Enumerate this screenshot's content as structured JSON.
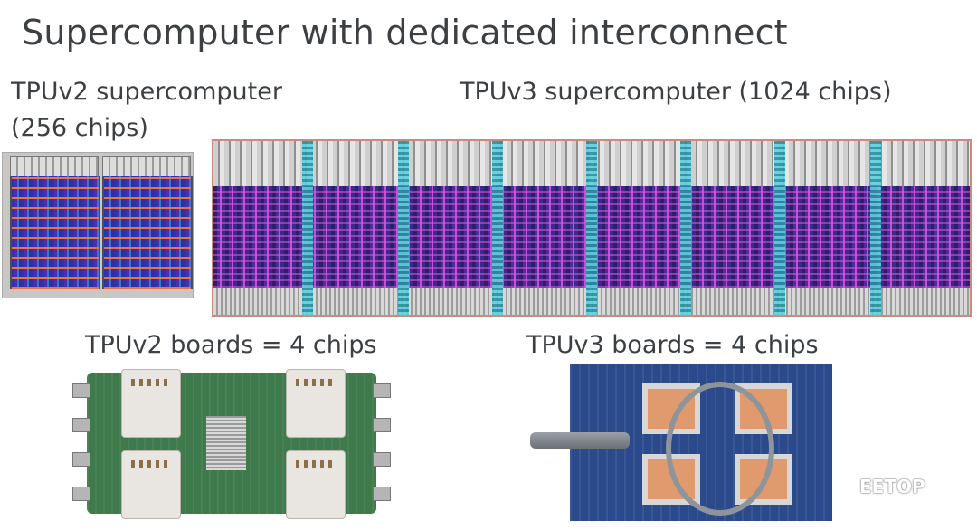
{
  "slide": {
    "title": "Supercomputer with dedicated interconnect",
    "tpuv2_supercomputer": {
      "label_line1": "TPUv2 supercomputer",
      "label_line2": "(256 chips)"
    },
    "tpuv3_supercomputer": {
      "label": "TPUv3 supercomputer (1024 chips)"
    },
    "tpuv2_boards": {
      "label": "TPUv2 boards = 4 chips"
    },
    "tpuv3_boards": {
      "label": "TPUv3 boards = 4 chips"
    },
    "watermark": {
      "text": "EETOP",
      "icon": "wechat-icon"
    }
  }
}
